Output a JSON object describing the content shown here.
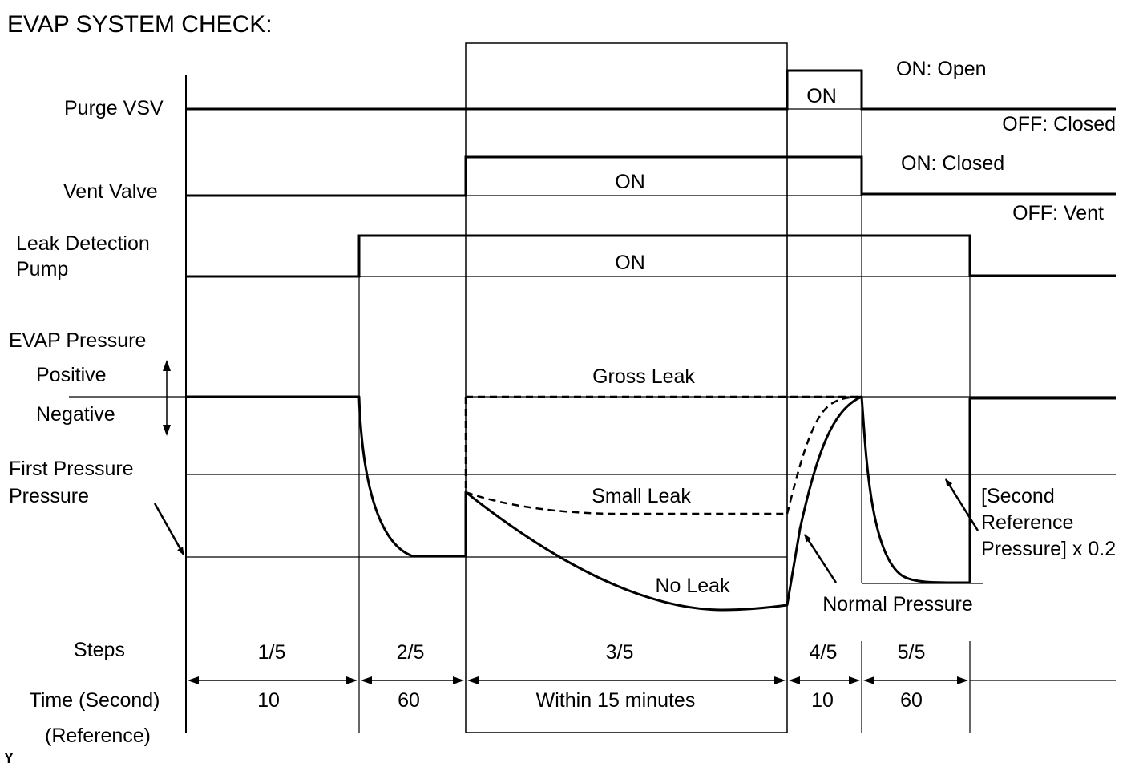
{
  "title": "EVAP SYSTEM CHECK:",
  "signals": {
    "purge_vsv": {
      "label": "Purge VSV",
      "on_label": "ON",
      "on_meaning": "ON: Open",
      "off_meaning": "OFF: Closed"
    },
    "vent_valve": {
      "label": "Vent Valve",
      "on_label": "ON",
      "on_meaning": "ON: Closed",
      "off_meaning": "OFF: Vent"
    },
    "leak_pump": {
      "label_line1": "Leak Detection",
      "label_line2": "Pump",
      "on_label": "ON"
    }
  },
  "pressure": {
    "label": "EVAP Pressure",
    "positive": "Positive",
    "negative": "Negative",
    "first_label_line1": "First Pressure",
    "first_label_line2": "Pressure",
    "gross_leak": "Gross Leak",
    "small_leak": "Small Leak",
    "no_leak": "No Leak",
    "normal_pressure": "Normal Pressure",
    "second_ref_line1": "[Second",
    "second_ref_line2": "Reference",
    "second_ref_line3": "Pressure] x 0.2"
  },
  "steps": {
    "label": "Steps",
    "items": [
      "1/5",
      "2/5",
      "3/5",
      "4/5",
      "5/5"
    ]
  },
  "time": {
    "label": "Time (Second)",
    "sublabel": "(Reference)",
    "items": [
      "10",
      "60",
      "Within 15 minutes",
      "10",
      "60"
    ]
  },
  "corner_mark": "Y"
}
